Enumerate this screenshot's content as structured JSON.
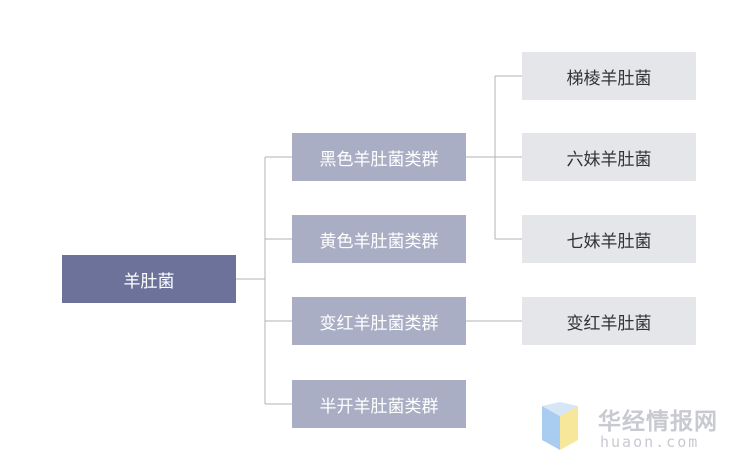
{
  "root": {
    "label": "羊肚菌"
  },
  "groups": [
    {
      "label": "黑色羊肚菌类群",
      "species": [
        "梯棱羊肚菌",
        "六妹羊肚菌",
        "七妹羊肚菌"
      ]
    },
    {
      "label": "黄色羊肚菌类群",
      "species": []
    },
    {
      "label": "变红羊肚菌类群",
      "species": [
        "变红羊肚菌"
      ]
    },
    {
      "label": "半开羊肚菌类群",
      "species": []
    }
  ],
  "watermark": {
    "name_cn": "华经情报网",
    "name_en": "huaon.com",
    "icon": "huaon-logo-icon"
  }
}
